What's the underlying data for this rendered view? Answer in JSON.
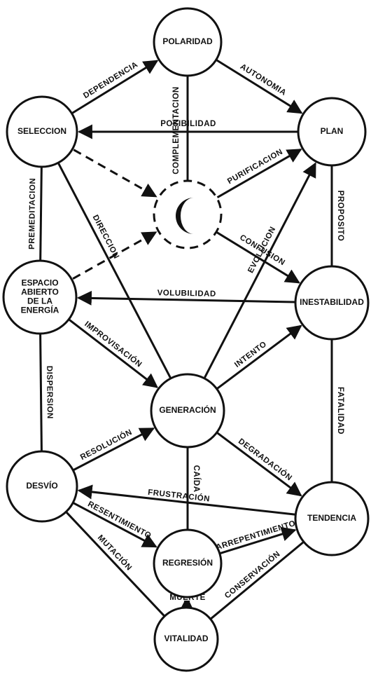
{
  "nodes": {
    "polaridad": [
      "POLARIDAD"
    ],
    "seleccion": [
      "SELECCION"
    ],
    "plan": [
      "PLAN"
    ],
    "espacio": [
      "ESPACIO",
      "ABIERTO",
      "DE LA",
      "ENERGÍA"
    ],
    "inestabilidad": [
      "INESTABILIDAD"
    ],
    "generacion": [
      "GENERACIÓN"
    ],
    "desvio": [
      "DESVÍO"
    ],
    "tendencia": [
      "TENDENCIA"
    ],
    "regresion": [
      "REGRESIÓN"
    ],
    "vitalidad": [
      "VITALIDAD"
    ]
  },
  "edges": {
    "dependencia": "DEPENDENCIA",
    "autonomia": "AUTONOMIA",
    "complementacion": "COMPLEMENTACION",
    "posibilidad": "POSIBILIDAD",
    "purificacion": "PURIFICACION",
    "evolucion": "EVOLUCION",
    "proposito": "PROPOSITO",
    "confusion": "CONFUSION",
    "direccion": "DIRECCION",
    "premeditacion": "PREMEDITACION",
    "volubilidad": "VOLUBILIDAD",
    "improvisacion": "IMPROVISACIÓN",
    "intento": "INTENTO",
    "dispersion": "DISPERSION",
    "fatalidad": "FATALIDAD",
    "resolucion": "RESOLUCIÓN",
    "caida": "CAÍDA",
    "degradacion": "DEGRADACIÓN",
    "frustracion": "FRUSTRACIÓN",
    "resentimiento": "RESENTIMIENTO",
    "arrepentimiento": "ARREPENTIMIENTO",
    "mutacion": "MUTACIÓN",
    "conservacion": "CONSERVACIÓN",
    "muerte": "MUERTE"
  },
  "center_symbol": "crescent-moon-icon"
}
